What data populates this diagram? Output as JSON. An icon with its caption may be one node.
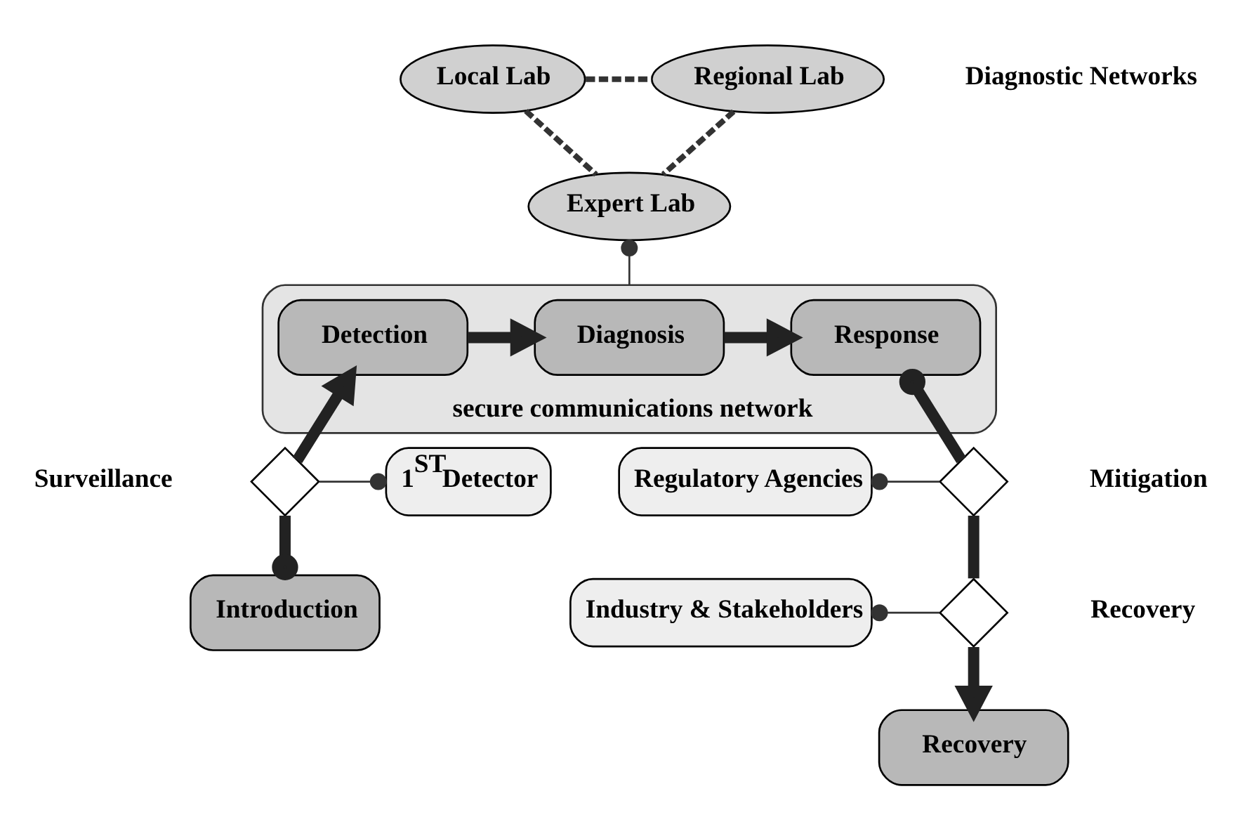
{
  "diagram": {
    "nodes": [
      {
        "text": [
          "Local Lab"
        ]
      },
      {
        "text": [
          "Regional Lab"
        ]
      },
      {
        "text": [
          "Expert Lab"
        ]
      },
      {
        "text": [
          "secure communications network"
        ]
      },
      {
        "text": [
          "Detection"
        ],
        "in": 3
      },
      {
        "text": [
          "Diagnosis"
        ],
        "in": 3
      },
      {
        "text": [
          "Response"
        ],
        "in": 3
      },
      {
        "text": [
          "Regulatory Agencies"
        ]
      },
      {
        "text": [],
        "shape": "valve",
        "beside": [
          "Mitigation"
        ]
      },
      {
        "text": [
          "Industry & Stakeholders"
        ]
      },
      {
        "text": [],
        "shape": "valve",
        "beside": [
          "Recovery"
        ]
      },
      {
        "text": [],
        "shape": "valve",
        "beside": [
          "Surveillance"
        ]
      },
      {
        "text": [
          "1$^{ST}$Detector"
        ]
      },
      {
        "text": [
          "Introduction"
        ]
      },
      {
        "text": [
          "Recovery"
        ]
      }
    ],
    "edges": [
      {
        "from": 0,
        "to": 1,
        "arrow": "none",
        "style": "dashed"
      },
      {
        "from": 0,
        "to": 2,
        "arrow": "none",
        "style": "dashed"
      },
      {
        "from": 1,
        "to": 2,
        "arrow": "none",
        "style": "dashed"
      },
      {
        "from": 2,
        "to": 3,
        "arrow": "other"
      },
      {
        "from": 4,
        "to": 5,
        "arrow": "to",
        "style": "thick"
      },
      {
        "from": 5,
        "to": 6,
        "arrow": "to",
        "style": "thick"
      },
      {
        "from": 6,
        "to": 8,
        "arrow": "other",
        "style": "thick"
      },
      {
        "from": 8,
        "to": 10,
        "arrow": "none",
        "style": "thick"
      },
      {
        "from": 10,
        "to": 14,
        "arrow": "to",
        "style": "thick"
      },
      {
        "from": 7,
        "to": 8,
        "arrow": "other"
      },
      {
        "from": 9,
        "to": 10,
        "arrow": "other"
      },
      {
        "from": 13,
        "to": 11,
        "arrow": "other",
        "style": "thick"
      },
      {
        "from": 11,
        "to": 4,
        "arrow": "to",
        "style": "thick"
      },
      {
        "from": 12,
        "to": 11,
        "arrow": "other"
      }
    ],
    "labels": [
      "Diagnostic Networks"
    ]
  }
}
